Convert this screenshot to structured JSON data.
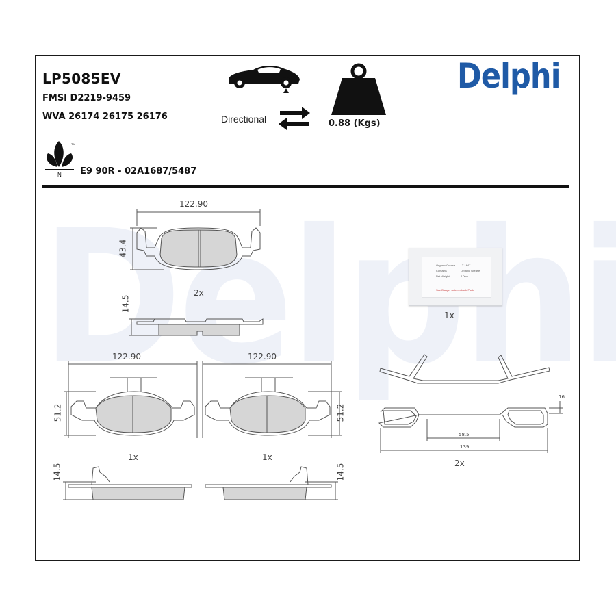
{
  "header": {
    "part_number": "LP5085EV",
    "fmsi": "FMSI D2219-9459",
    "wva": "WVA 26174 26175 26176",
    "approval": "E9 90R - 02A1687/5487",
    "directional_label": "Directional",
    "weight": "0.88 (Kgs)",
    "brand": "Delphi",
    "eco_badge_letter": "N",
    "eco_badge_tm": "TM"
  },
  "watermark": "Delphi",
  "drawings": {
    "rear_pad": {
      "width_label": "122.90",
      "height_label": "43.4",
      "thickness_label": "14.5",
      "quantity": "2x"
    },
    "front_pad_left": {
      "width_label": "122.90",
      "height_label": "51.2",
      "thickness_label": "14.5",
      "quantity": "1x"
    },
    "front_pad_right": {
      "width_label": "122.90",
      "height_label": "51.2",
      "thickness_label": "14.5",
      "quantity": "1x"
    },
    "grease_packet": {
      "quantity": "1x",
      "line1_label": "Organic Grease",
      "line1_value": "LT-1647",
      "line2_label": "Contains",
      "line2_value": "Organic Grease",
      "line3_label": "Net Weight",
      "line3_value": "4.0cm",
      "warning": "See Danger note on back Pack"
    },
    "spring_clip": {
      "quantity": "2x",
      "height_label": "16",
      "inner_width_label": "58.5",
      "overall_width_label": "139"
    }
  },
  "colors": {
    "brand_blue": "#1f5aa6",
    "watermark": "#eef1f8",
    "pad_friction": "#d6d6d6",
    "line": "#555555"
  }
}
